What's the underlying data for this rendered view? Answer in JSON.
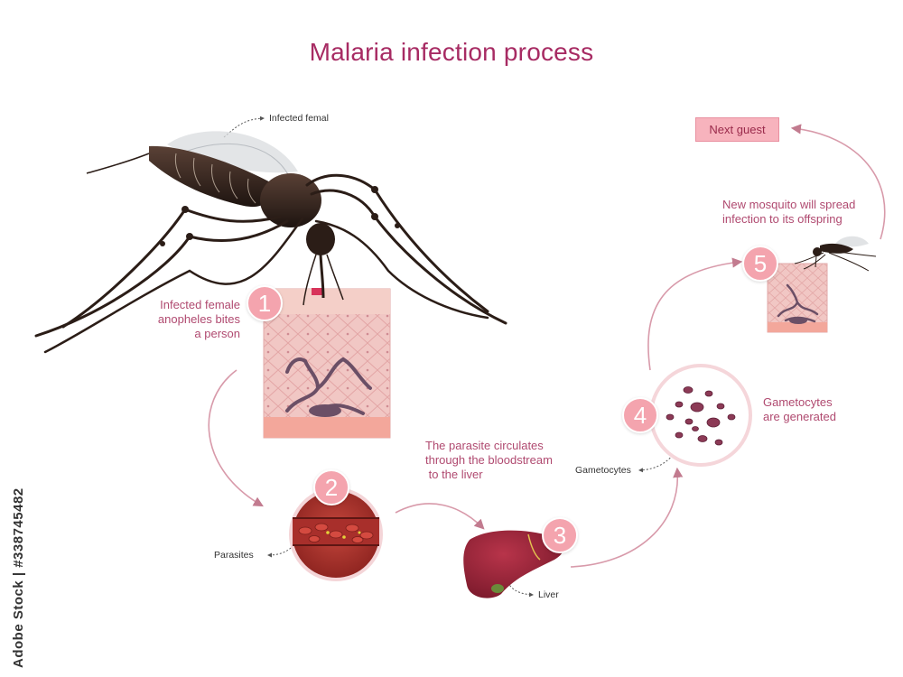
{
  "title": "Malaria infection process",
  "steps": [
    {
      "number": "1",
      "caption": [
        "Infected female",
        "anopheles bites",
        "a person"
      ]
    },
    {
      "number": "2"
    },
    {
      "number": "3",
      "caption": [
        "The parasite circulates",
        "through the bloodstream",
        " to the liver"
      ]
    },
    {
      "number": "4",
      "caption": [
        "Gametocytes",
        "are generated"
      ]
    },
    {
      "number": "5",
      "caption": [
        "New mosquito will spread",
        "infection to its offspring"
      ]
    }
  ],
  "labels": {
    "infected_female": "Infected femal",
    "parasites": "Parasites",
    "liver": "Liver",
    "gametocytes": "Gametocytes",
    "next_guest": "Next guest"
  },
  "stock_id": "Adobe Stock | #338745482",
  "colors": {
    "title": "#a72b63",
    "caption": "#b04a70",
    "badge": "#f4a4ae",
    "arrow": "#c27b8f"
  }
}
